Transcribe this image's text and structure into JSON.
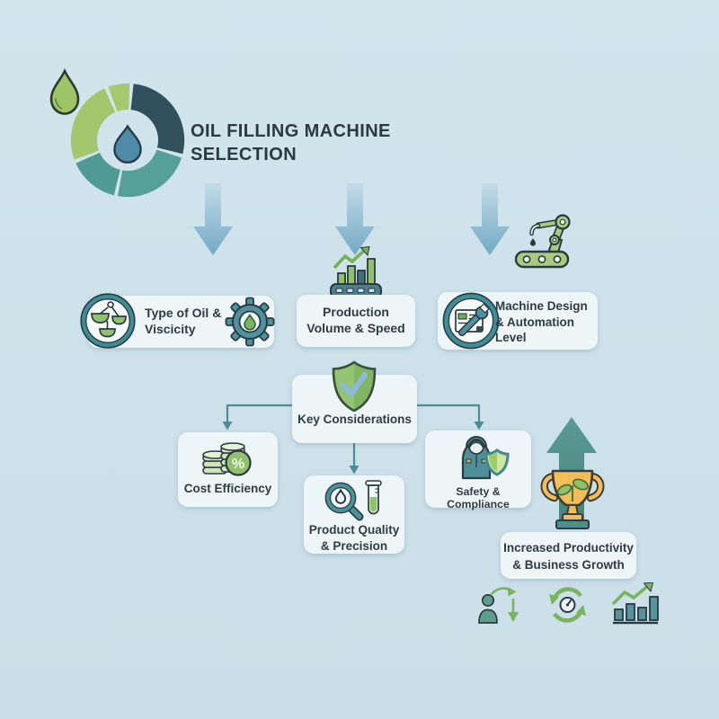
{
  "header": {
    "title_line1": "OIL FILLING MACHINE",
    "title_line2": "SELECTION"
  },
  "factors": {
    "oil_type": {
      "line1": "Type of Oil &",
      "line2": "Viscicity"
    },
    "production": {
      "line1": "Production",
      "line2": "Volume & Speed"
    },
    "machine_design": {
      "line1": "Machine Design",
      "line2": "& Automation",
      "line3": "Level"
    }
  },
  "hub": {
    "label": "Key Considerations"
  },
  "considerations": {
    "cost": {
      "label": "Cost Efficiency"
    },
    "quality": {
      "line1": "Product Quality",
      "line2": "& Precision"
    },
    "safety": {
      "label": "Safety & Compliance"
    }
  },
  "outcome": {
    "line1": "Increased Productivity",
    "line2": "& Business Growth"
  },
  "symbols": {
    "percent": "%"
  },
  "colors": {
    "background": "#cde1ea",
    "card": "#eef5f7",
    "text": "#2e3c44",
    "teal": "#4a8d97",
    "dark_slate": "#30505b",
    "green": "#8fc26a",
    "light_green": "#a6c970",
    "arrow_blue": "#7fb0ca",
    "growth_teal": "#4f8e8a",
    "trophy_gold": "#f2bc5a"
  },
  "icons": {
    "logo": "oil-donut-logo",
    "droplet": "oil-droplet-icon",
    "flow": "down-arrow-icon",
    "production": "production-bars-icon",
    "automation": "robot-arm-icon",
    "oil_type": "balance-bowls-icon",
    "viscosity": "gear-droplet-icon",
    "machine_design": "wrench-checklist-icon",
    "hub": "shield-check-icon",
    "cost": "coins-percent-icon",
    "quality": "magnifier-testtube-icon",
    "safety": "worker-shield-icon",
    "growth": "growth-arrow-icon",
    "trophy": "trophy-sprout-icon",
    "productivity": "person-transfer-icon",
    "cycle": "cycle-gauge-icon",
    "business": "growth-chart-icon"
  }
}
